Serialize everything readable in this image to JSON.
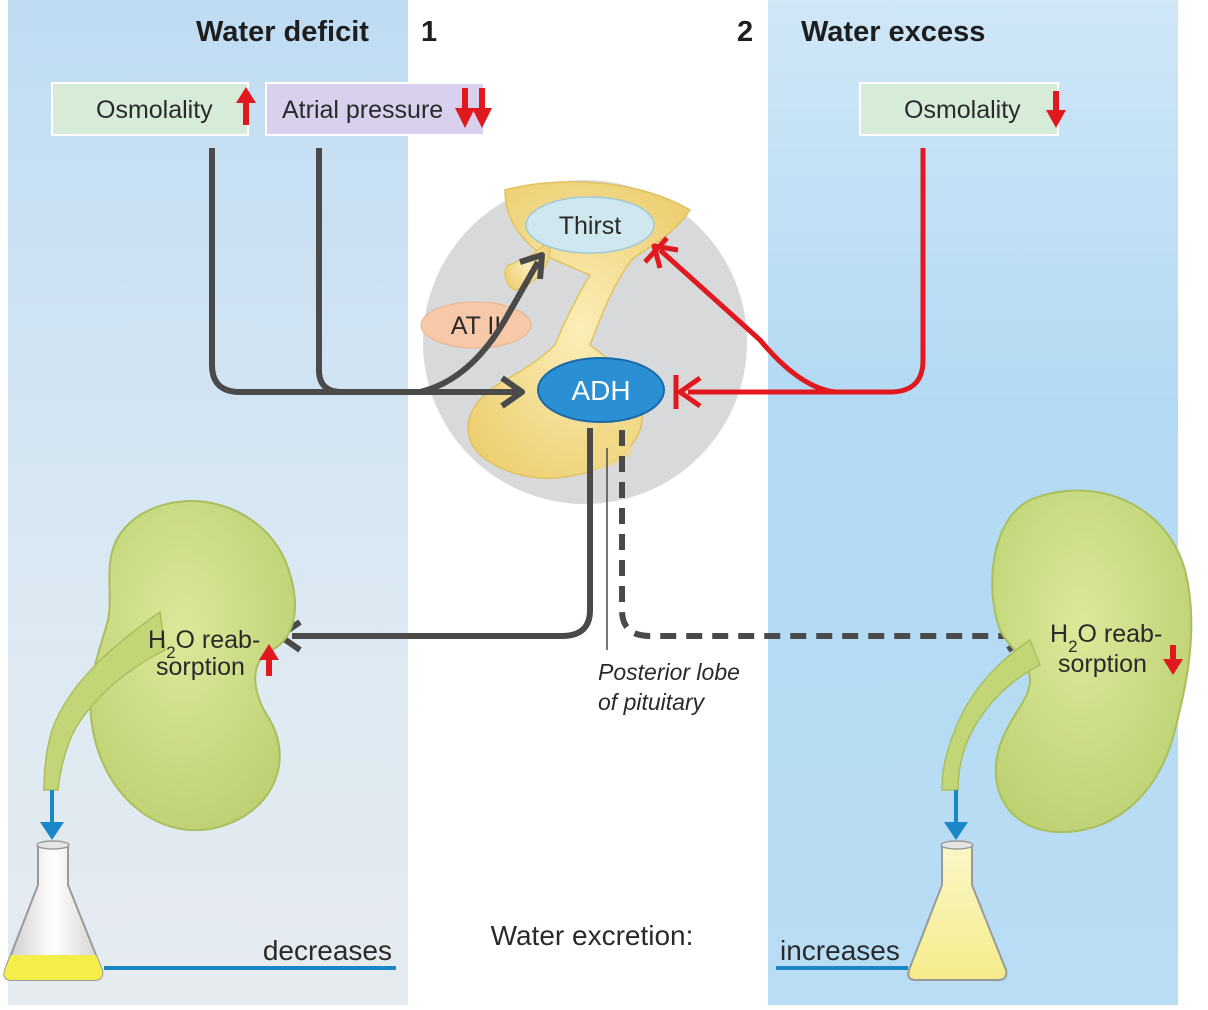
{
  "panels": {
    "left": {
      "title": "Water deficit",
      "number": "1",
      "osmolality_label": "Osmolality",
      "atrial_label": "Atrial pressure",
      "reab_line1": "H",
      "reab_sub": "2",
      "reab_line1b": "O reab-",
      "reab_line2": "sorption",
      "excretion_result": "decreases"
    },
    "right": {
      "title": "Water excess",
      "number": "2",
      "osmolality_label": "Osmolality",
      "reab_line1": "H",
      "reab_sub": "2",
      "reab_line1b": "O reab-",
      "reab_line2": "sorption",
      "excretion_result": "increases"
    }
  },
  "center": {
    "thirst_label": "Thirst",
    "at2_label": "AT II",
    "adh_label": "ADH",
    "pituitary_line1": "Posterior lobe",
    "pituitary_line2": "of pituitary",
    "excretion_label": "Water excretion:"
  },
  "colors": {
    "panel_left": "#cfe4f3",
    "panel_right": "#b7dcf4",
    "osmolality_box": "#d6ecd9",
    "atrial_box": "#d8d0ec",
    "thirst_oval": "#cfe8ef",
    "at2_oval": "#f7c9a8",
    "adh_oval": "#2b8fd3",
    "arrow_gray": "#4a4a4a",
    "arrow_red": "#e0191f",
    "kidney": "#cfe08a",
    "pituitary": "#f4dc8c",
    "urine": "#f3ee4a",
    "blue_line": "#1b86c8"
  }
}
